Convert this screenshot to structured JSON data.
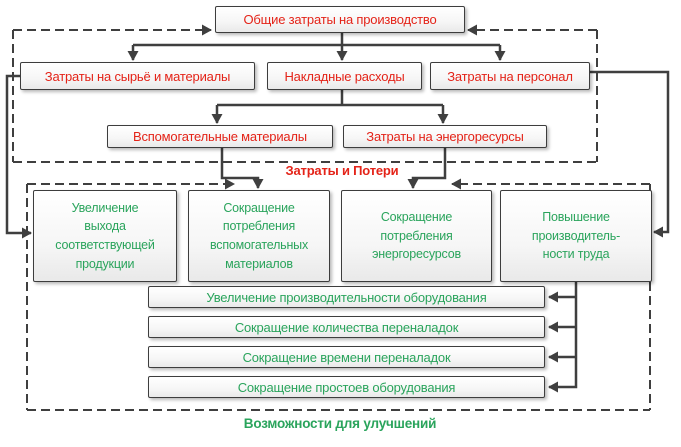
{
  "colors": {
    "cost_text": "#e42318",
    "improvement_text": "#2aa45c",
    "line": "#3f3f3f",
    "box_background": "#f3f3f3"
  },
  "cost_nodes": {
    "total": "Общие затраты на производство",
    "raw_materials": "Затраты на сырьё и материалы",
    "overhead": "Накладные расходы",
    "personnel": "Затраты на персонал",
    "auxiliary_materials": "Вспомогательные материалы",
    "energy": "Затраты на энергоресурсы"
  },
  "section_labels": {
    "costs": "Затраты и Потери",
    "improvements": "Возможности для улучшений"
  },
  "improvement_nodes": {
    "output_increase": "Увеличение\nвыхода\nсоответствующей\nпродукции",
    "aux_consumption_reduction": "Сокращение\nпотребления\nвспомогательных\nматериалов",
    "energy_consumption_reduction": "Сокращение\nпотребления\nэнергоресурсов",
    "labor_productivity": "Повышение\nпроизводитель-\nности труда"
  },
  "improvement_actions": [
    "Увеличение производительности оборудования",
    "Сокращение количества переналадок",
    "Сокращение времени переналадок",
    "Сокращение простоев оборудования"
  ]
}
